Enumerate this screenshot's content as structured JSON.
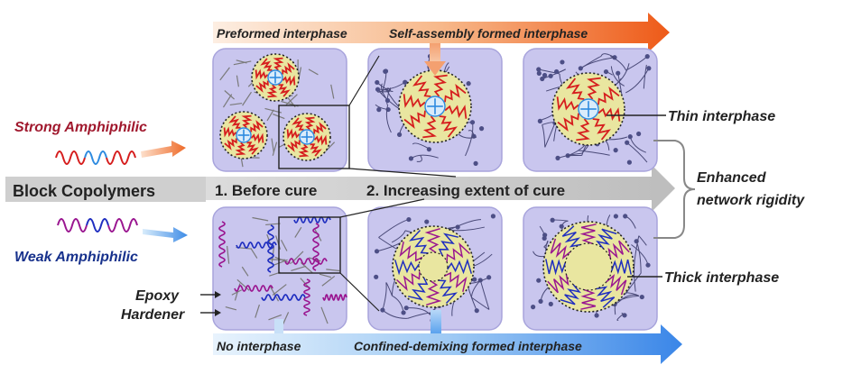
{
  "labels": {
    "preformed": "Preformed interphase",
    "self_assembly": "Self-assembly formed interphase",
    "strong": "Strong Amphiphilic",
    "weak": "Weak Amphiphilic",
    "block_copolymers": "Block Copolymers",
    "before_cure": "1.  Before cure",
    "increasing_cure": "2. Increasing extent of cure",
    "enhanced_line1": "Enhanced",
    "enhanced_line2": "network rigidity",
    "thin": "Thin interphase",
    "thick": "Thick interphase",
    "epoxy": "Epoxy",
    "hardener": "Hardener",
    "no_interphase": "No interphase",
    "confined_demixing": "Confined-demixing  formed interphase"
  },
  "colors": {
    "panel_fill": "#c9c6ee",
    "panel_stroke": "#a8a4dc",
    "shell_fill": "#e9e6a0",
    "strong_label": "#a0182d",
    "weak_label": "#17318c",
    "arrow_top_start": "#fde8d8",
    "arrow_top_end": "#ee5a18",
    "arrow_bottom_start": "#e4f1fc",
    "arrow_bottom_end": "#3a86e8",
    "gray_arrow": "#c6c6c6",
    "network_line": "#4a4a78",
    "red_chain": "#d61e1e",
    "blue_chain": "#2e8be0",
    "purple_chain": "#9a1690",
    "navy_chain": "#1f2ec0"
  }
}
